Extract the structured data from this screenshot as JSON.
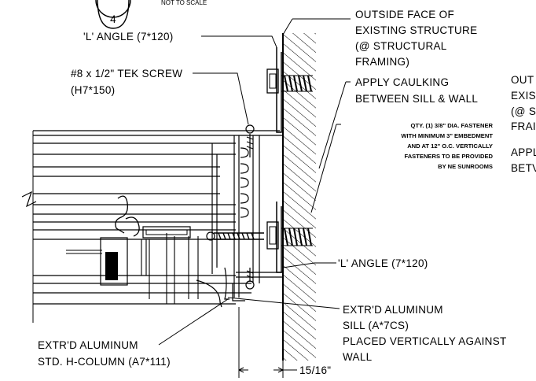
{
  "detail": {
    "number": "4",
    "scale": "NOT TO SCALE"
  },
  "labels": {
    "outside_face": [
      "OUTSIDE FACE OF",
      "EXISTING STRUCTURE",
      "(@ STRUCTURAL",
      "FRAMING)"
    ],
    "l_angle_top": "'L' ANGLE (7*120)",
    "tek_screw": [
      "#8 x 1/2\" TEK SCREW",
      "(H7*150)"
    ],
    "apply_caulking": [
      "APPLY CAULKING",
      "BETWEEN SILL & WALL"
    ],
    "fastener_note": [
      "QTY. (1) 3/8\" DIA. FASTENER",
      "WITH MINIMUM 3\" EMBEDMENT",
      "AND AT 12\" O.C. VERTICALLY",
      "FASTENERS TO BE PROVIDED",
      "BY NE SUNROOMS"
    ],
    "right_cropped": [
      "OUT",
      "EXIS",
      "(@ S",
      "FRAI"
    ],
    "right_cropped_2": [
      "APPL",
      "BETV"
    ],
    "l_angle_bottom": "'L' ANGLE (7*120)",
    "sill": [
      "EXTR'D ALUMINUM",
      "SILL (A*7CS)",
      "PLACED VERTICALLY AGAINST",
      "WALL"
    ],
    "h_column": [
      "EXTR'D ALUMINUM",
      "STD. H-COLUMN (A7*111)"
    ],
    "dimension": "15/16\""
  }
}
